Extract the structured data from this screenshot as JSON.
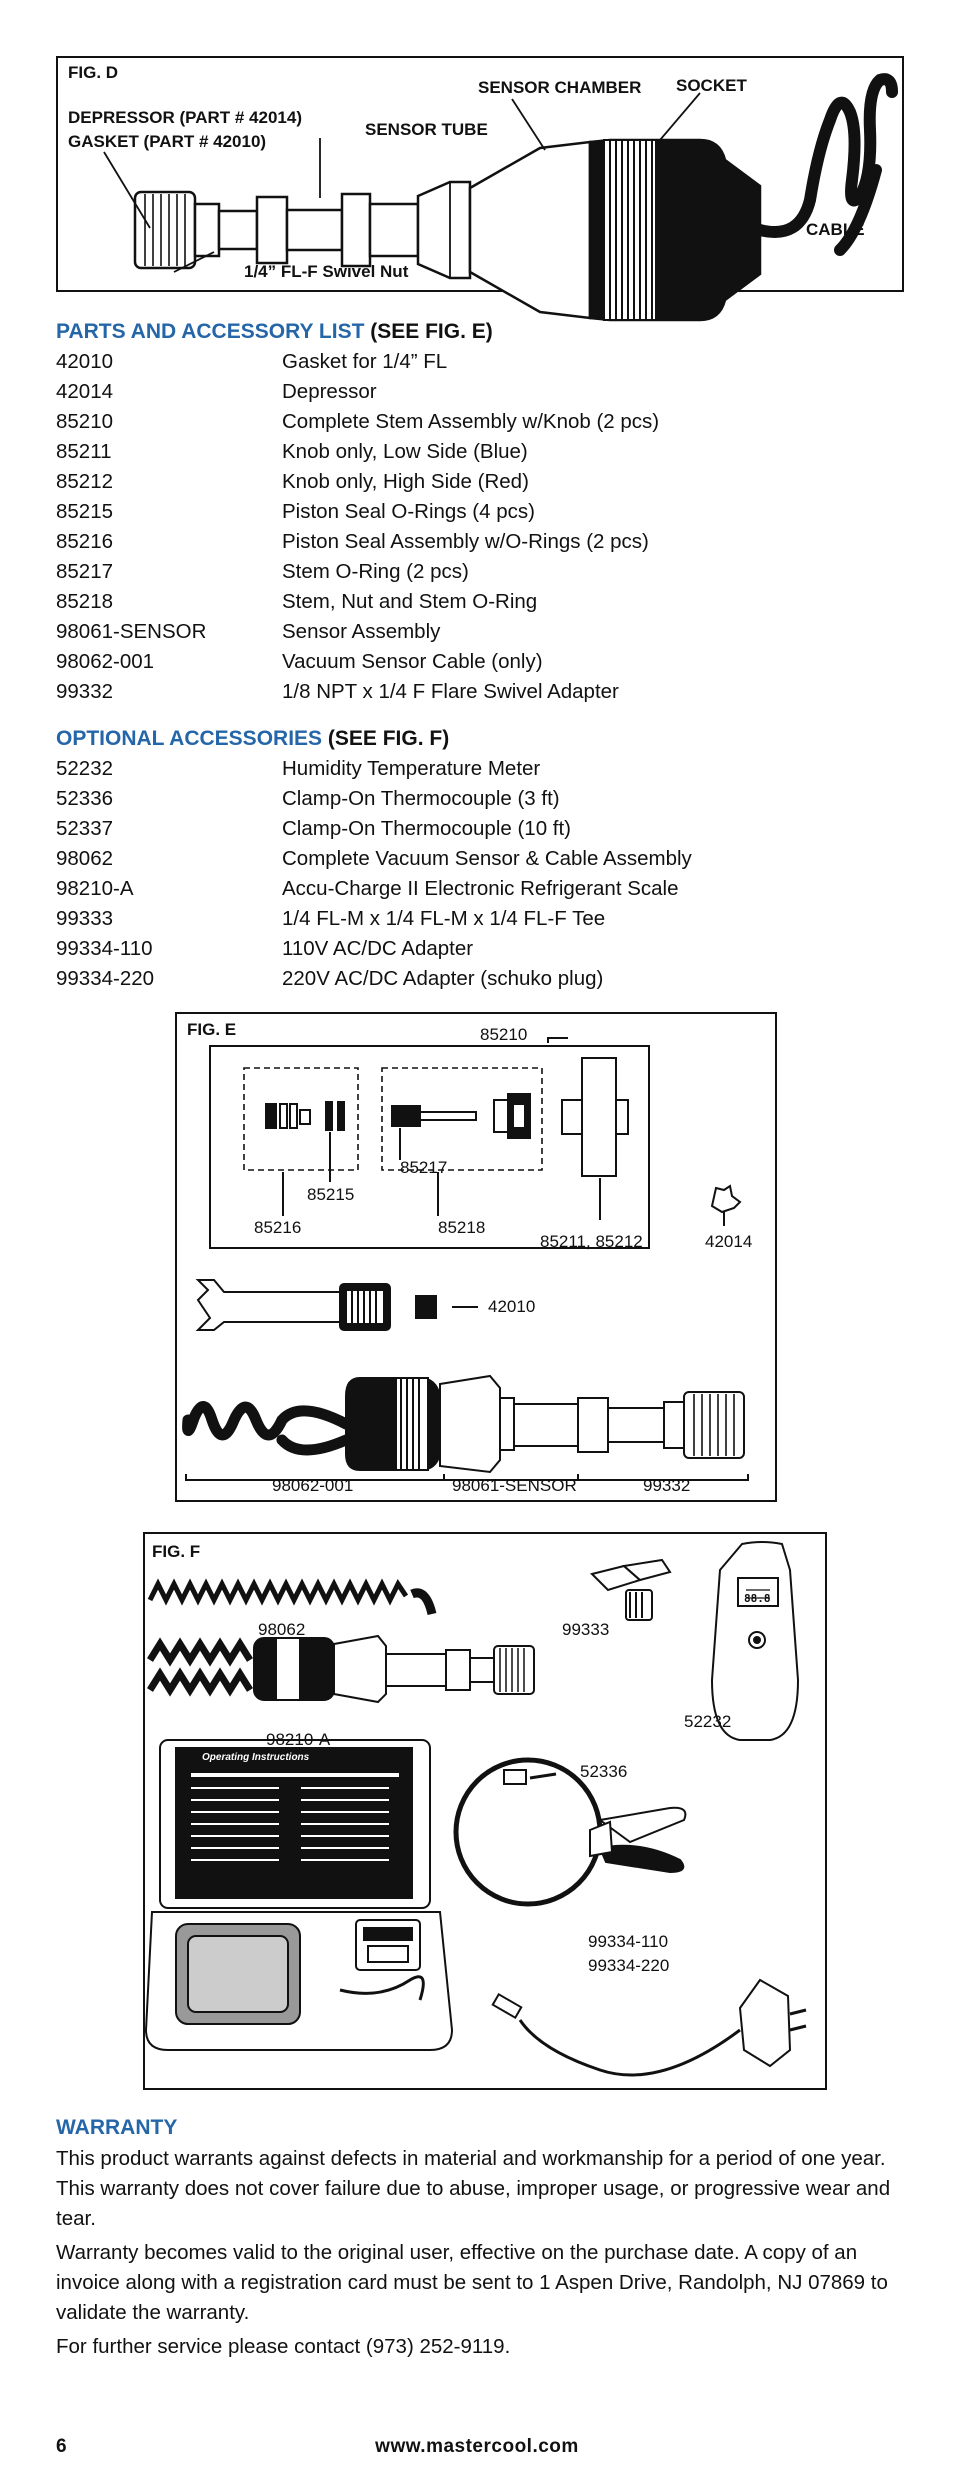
{
  "fig_d": {
    "title": "FIG. D",
    "depressor": "DEPRESSOR (PART # 42014)",
    "gasket": "GASKET (PART # 42010)",
    "sensor_tube": "SENSOR TUBE",
    "sensor_chamber": "SENSOR CHAMBER",
    "socket": "SOCKET",
    "cable": "CABLE",
    "swivel_nut": "1/4” FL-F Swivel Nut"
  },
  "parts_list": {
    "heading_blue": "PARTS AND ACCESSORY LIST",
    "heading_black": " (SEE FIG. E)",
    "items": [
      {
        "num": "42010",
        "desc": "Gasket for 1/4” FL"
      },
      {
        "num": "42014",
        "desc": "Depressor"
      },
      {
        "num": "85210",
        "desc": "Complete Stem Assembly w/Knob (2 pcs)"
      },
      {
        "num": "85211",
        "desc": "Knob only, Low Side (Blue)"
      },
      {
        "num": "85212",
        "desc": "Knob only, High Side (Red)"
      },
      {
        "num": "85215",
        "desc": "Piston Seal O-Rings (4 pcs)"
      },
      {
        "num": "85216",
        "desc": "Piston Seal Assembly w/O-Rings (2 pcs)"
      },
      {
        "num": "85217",
        "desc": "Stem O-Ring (2 pcs)"
      },
      {
        "num": "85218",
        "desc": "Stem, Nut and Stem O-Ring"
      },
      {
        "num": "98061-SENSOR",
        "desc": "Sensor Assembly"
      },
      {
        "num": "98062-001",
        "desc": "Vacuum Sensor Cable (only)"
      },
      {
        "num": "99332",
        "desc": "1/8 NPT x 1/4 F Flare Swivel Adapter"
      }
    ]
  },
  "optional": {
    "heading_blue": "OPTIONAL ACCESSORIES",
    "heading_black": " (SEE FIG. F)",
    "items": [
      {
        "num": "52232",
        "desc": "Humidity Temperature Meter"
      },
      {
        "num": "52336",
        "desc": "Clamp-On Thermocouple (3 ft)"
      },
      {
        "num": "52337",
        "desc": "Clamp-On Thermocouple (10 ft)"
      },
      {
        "num": "98062",
        "desc": "Complete Vacuum Sensor & Cable Assembly"
      },
      {
        "num": "98210-A",
        "desc": "Accu-Charge II Electronic Refrigerant Scale"
      },
      {
        "num": "99333",
        "desc": "1/4 FL-M x 1/4 FL-M x 1/4 FL-F Tee"
      },
      {
        "num": "99334-110",
        "desc": "110V AC/DC Adapter"
      },
      {
        "num": "99334-220",
        "desc": "220V AC/DC Adapter (schuko plug)"
      }
    ]
  },
  "fig_e": {
    "title": "FIG. E",
    "l85210": "85210",
    "l85215": "85215",
    "l85216": "85216",
    "l85217": "85217",
    "l85218": "85218",
    "l85211": "85211, 85212",
    "l42014": "42014",
    "l42010": "42010",
    "l98062": "98062-001",
    "l98061": "98061-SENSOR",
    "l99332": "99332"
  },
  "fig_f": {
    "title": "FIG. F",
    "l98062": "98062",
    "l99333": "99333",
    "l52232": "52232",
    "l98210": "98210-A",
    "l52336": "52336",
    "l99334a": "99334-110",
    "l99334b": "99334-220",
    "case_title": "Operating Instructions",
    "meter_display": "88.8"
  },
  "warranty": {
    "heading": "WARRANTY",
    "p1": "This product warrants against defects in material and workmanship for a period of one year. This warranty does not cover failure due to abuse, improper usage, or progressive wear and tear.",
    "p2": "Warranty becomes valid to the original user, effective on the purchase date. A copy of an invoice along with a registration card must be sent to 1 Aspen Drive, Randolph, NJ 07869 to validate the warranty.",
    "p3": "For further service please contact (973) 252-9119."
  },
  "footer": {
    "page": "6",
    "url": "www.mastercool.com"
  },
  "colors": {
    "heading_blue": "#2566a8",
    "text": "#111111"
  }
}
